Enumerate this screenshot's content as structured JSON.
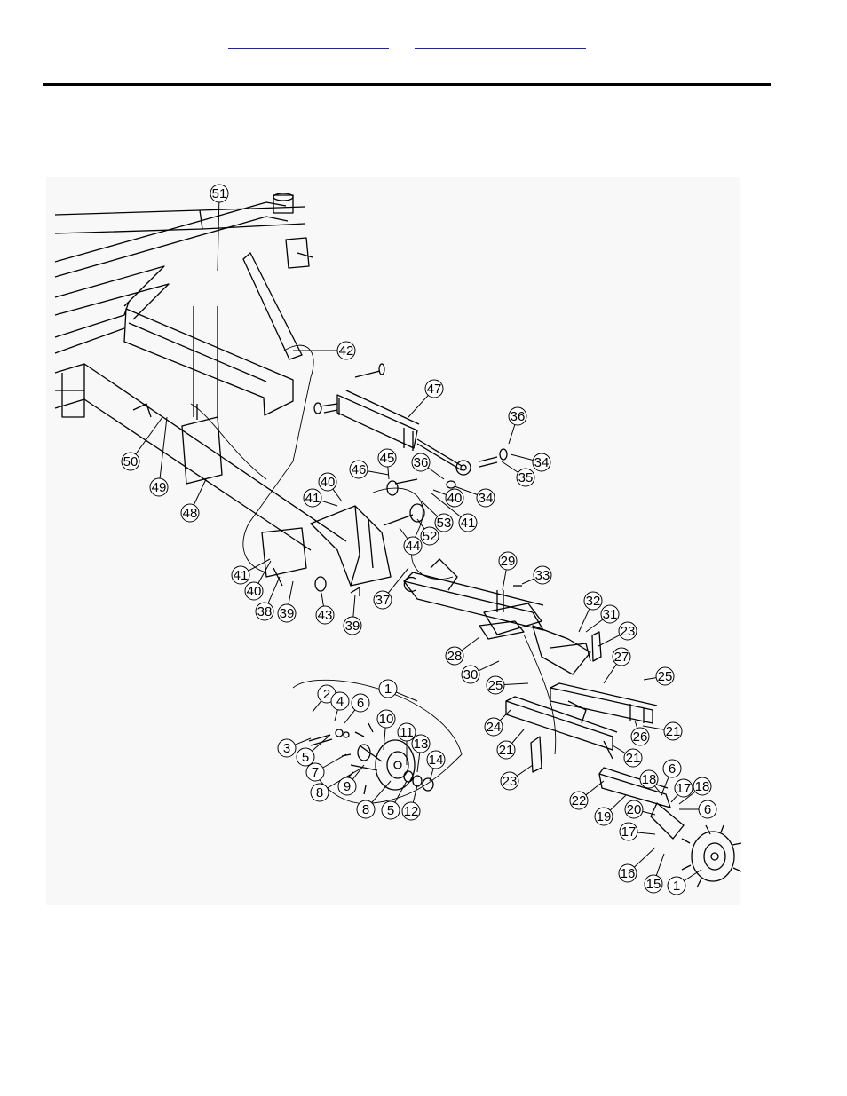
{
  "header": {
    "link_left": "",
    "link_right": ""
  },
  "diagram": {
    "callouts": [
      {
        "id": "51"
      },
      {
        "id": "42"
      },
      {
        "id": "47"
      },
      {
        "id": "36"
      },
      {
        "id": "34"
      },
      {
        "id": "35"
      },
      {
        "id": "45"
      },
      {
        "id": "46"
      },
      {
        "id": "36"
      },
      {
        "id": "34"
      },
      {
        "id": "40"
      },
      {
        "id": "41"
      },
      {
        "id": "53"
      },
      {
        "id": "52"
      },
      {
        "id": "44"
      },
      {
        "id": "40"
      },
      {
        "id": "41"
      },
      {
        "id": "50"
      },
      {
        "id": "49"
      },
      {
        "id": "48"
      },
      {
        "id": "41"
      },
      {
        "id": "40"
      },
      {
        "id": "38"
      },
      {
        "id": "39"
      },
      {
        "id": "43"
      },
      {
        "id": "39"
      },
      {
        "id": "37"
      },
      {
        "id": "29"
      },
      {
        "id": "33"
      },
      {
        "id": "28"
      },
      {
        "id": "30"
      },
      {
        "id": "32"
      },
      {
        "id": "31"
      },
      {
        "id": "23"
      },
      {
        "id": "27"
      },
      {
        "id": "25"
      },
      {
        "id": "25"
      },
      {
        "id": "24"
      },
      {
        "id": "26"
      },
      {
        "id": "21"
      },
      {
        "id": "21"
      },
      {
        "id": "21"
      },
      {
        "id": "23"
      },
      {
        "id": "22"
      },
      {
        "id": "19"
      },
      {
        "id": "6"
      },
      {
        "id": "18"
      },
      {
        "id": "17"
      },
      {
        "id": "18"
      },
      {
        "id": "20"
      },
      {
        "id": "6"
      },
      {
        "id": "17"
      },
      {
        "id": "16"
      },
      {
        "id": "15"
      },
      {
        "id": "1"
      },
      {
        "id": "1"
      },
      {
        "id": "2"
      },
      {
        "id": "4"
      },
      {
        "id": "6"
      },
      {
        "id": "10"
      },
      {
        "id": "3"
      },
      {
        "id": "5"
      },
      {
        "id": "7"
      },
      {
        "id": "11"
      },
      {
        "id": "13"
      },
      {
        "id": "14"
      },
      {
        "id": "8"
      },
      {
        "id": "9"
      },
      {
        "id": "8"
      },
      {
        "id": "5"
      },
      {
        "id": "12"
      }
    ]
  }
}
